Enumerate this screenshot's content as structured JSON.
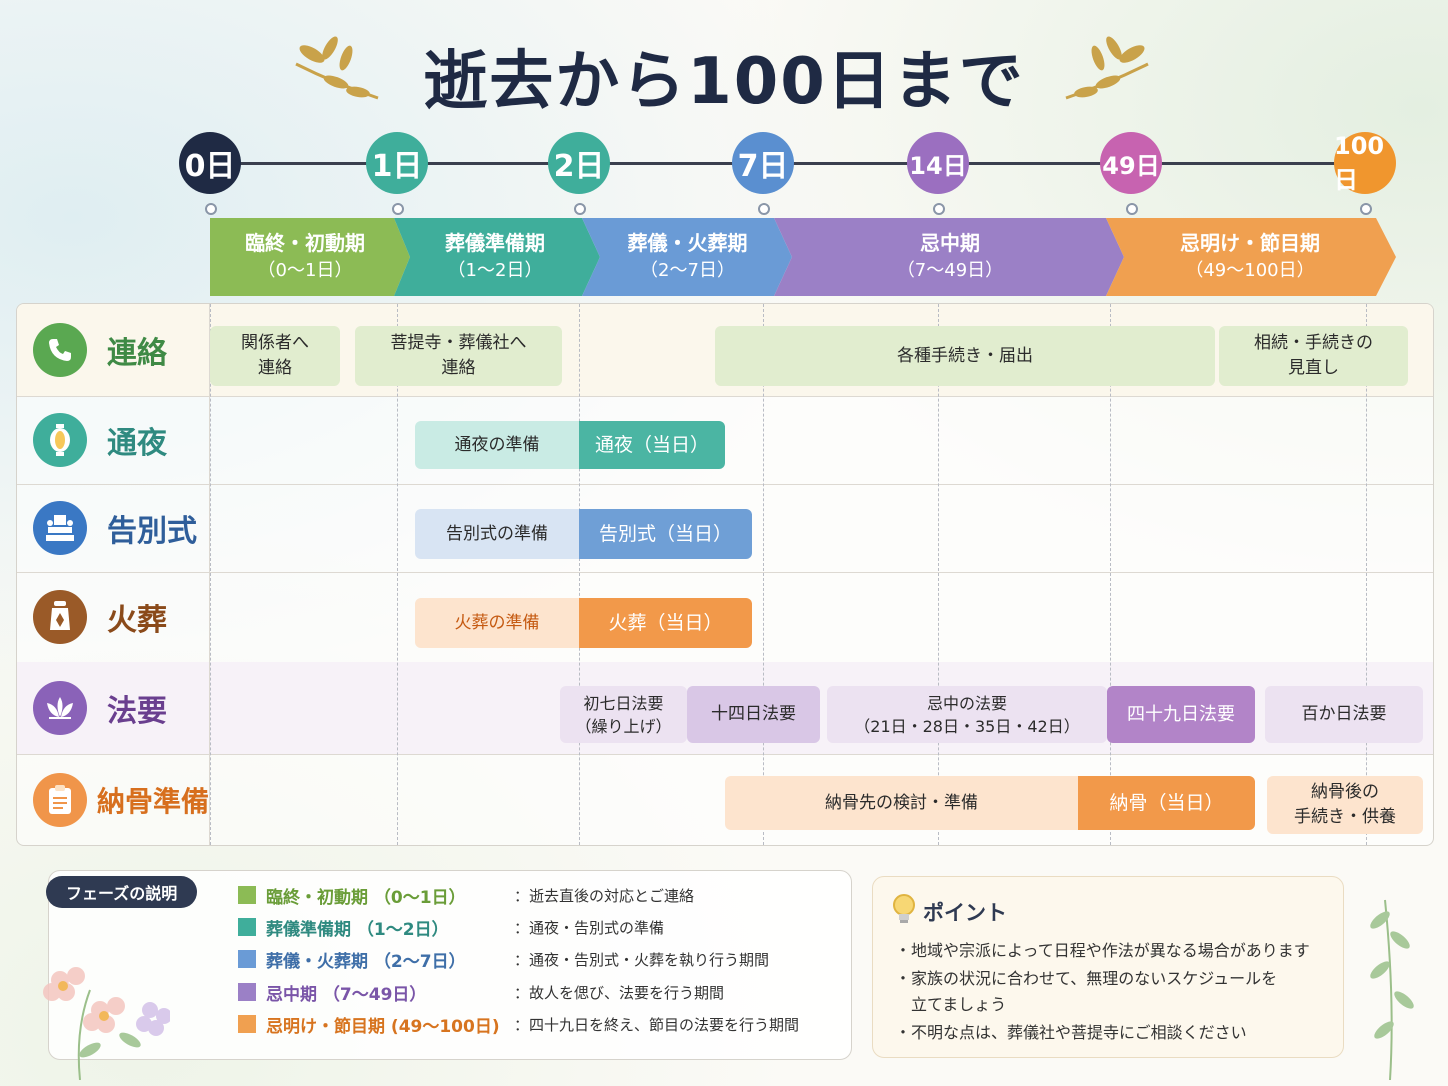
{
  "title": "逝去から100日まで",
  "timeline": [
    {
      "label": "0日",
      "color": "#1f2a44"
    },
    {
      "label": "1日",
      "color": "#3fae9b"
    },
    {
      "label": "2日",
      "color": "#3fae9b"
    },
    {
      "label": "7日",
      "color": "#5a8fd0"
    },
    {
      "label": "14日",
      "color": "#9b6fc0"
    },
    {
      "label": "49日",
      "color": "#c763b0"
    },
    {
      "label": "100日",
      "color": "#f0962e"
    }
  ],
  "phases": [
    {
      "name": "臨終・初動期",
      "range": "（0〜1日）",
      "color": "#8cbb55"
    },
    {
      "name": "葬儀準備期",
      "range": "（1〜2日）",
      "color": "#3fae9b"
    },
    {
      "name": "葬儀・火葬期",
      "range": "（2〜7日）",
      "color": "#6a9bd6"
    },
    {
      "name": "忌中期",
      "range": "（7〜49日）",
      "color": "#9b80c6"
    },
    {
      "name": "忌明け・節目期",
      "range": "（49〜100日）",
      "color": "#f0a050"
    }
  ],
  "rows": [
    {
      "label": "連絡",
      "icon": "phone-icon",
      "color": "#3f8a45",
      "bg": "#fbf7ec"
    },
    {
      "label": "通夜",
      "icon": "lantern-icon",
      "color": "#2f8a80",
      "bg": "#f9faf8"
    },
    {
      "label": "告別式",
      "icon": "altar-icon",
      "color": "#2f5e9a",
      "bg": "#f9faf8"
    },
    {
      "label": "火葬",
      "icon": "urn-icon",
      "color": "#8a4a1a",
      "bg": "#f9faf8"
    },
    {
      "label": "法要",
      "icon": "lotus-icon",
      "color": "#6a3f8f",
      "bg": "#f7f2f8"
    },
    {
      "label": "納骨準備",
      "icon": "clipboard-icon",
      "color": "#d76f1e",
      "bg": "#f9faf8"
    }
  ],
  "tasks": {
    "contact": [
      "関係者へ\n連絡",
      "菩提寺・葬儀社へ\n連絡",
      "各種手続き・届出",
      "相続・手続きの\n見直し"
    ],
    "wake": [
      "通夜の準備",
      "通夜（当日）"
    ],
    "farewell": [
      "告別式の準備",
      "告別式（当日）"
    ],
    "cremation": [
      "火葬の準備",
      "火葬（当日）"
    ],
    "memorial": [
      "初七日法要\n（繰り上げ）",
      "十四日法要",
      "忌中の法要\n（21日・28日・35日・42日）",
      "四十九日法要",
      "百か日法要"
    ],
    "burial": [
      "納骨先の検討・準備",
      "納骨（当日）",
      "納骨後の\n手続き・供養"
    ]
  },
  "legend": {
    "title": "フェーズの説明",
    "items": [
      {
        "name": "臨終・初動期 （0〜1日）",
        "desc": "：逝去直後の対応とご連絡",
        "color": "#8cbb55",
        "text_color": "#6a9d38"
      },
      {
        "name": "葬儀準備期 （1〜2日）",
        "desc": "：通夜・告別式の準備",
        "color": "#3fae9b",
        "text_color": "#2f8a80"
      },
      {
        "name": "葬儀・火葬期 （2〜7日）",
        "desc": "：通夜・告別式・火葬を執り行う期間",
        "color": "#6a9bd6",
        "text_color": "#3f6fa8"
      },
      {
        "name": "忌中期 （7〜49日）",
        "desc": "：故人を偲び、法要を行う期間",
        "color": "#9b80c6",
        "text_color": "#7a55a8"
      },
      {
        "name": "忌明け・節目期 (49〜100日)",
        "desc": "：四十九日を終え、節目の法要を行う期間",
        "color": "#f0a050",
        "text_color": "#d7741f"
      }
    ]
  },
  "point": {
    "title": "ポイント",
    "items": [
      "・地域や宗派によって日程や作法が異なる場合があります",
      "・家族の状況に合わせて、無理のないスケジュールを",
      "　立てましょう",
      "・不明な点は、葬儀社や菩提寺にご相談ください"
    ]
  }
}
